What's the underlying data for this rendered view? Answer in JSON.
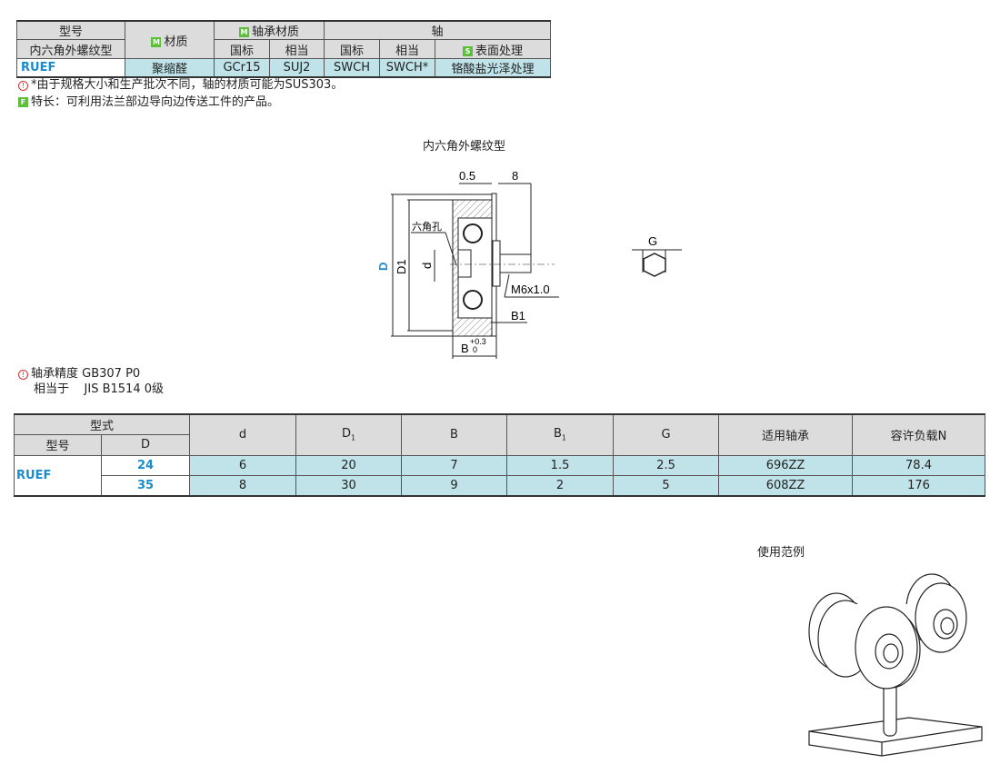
{
  "spec_table": {
    "h_model": "型号",
    "h_type": "内六角外螺纹型",
    "h_material": "材质",
    "h_bearing": "轴承材质",
    "h_shaft": "轴",
    "h_gb": "国标",
    "h_equiv": "相当",
    "h_gb2": "国标",
    "h_equiv2": "相当",
    "h_surface": "表面处理",
    "row": {
      "model": "RUEF",
      "material": "聚缩醛",
      "bearing_gb": "GCr15",
      "bearing_equiv": "SUJ2",
      "shaft_gb": "SWCH",
      "shaft_equiv": "SWCH*",
      "surface": "铬酸盐光泽处理"
    },
    "badge_m": "M",
    "badge_s": "S"
  },
  "notes": {
    "note1": "*由于规格大小和生产批次不同，轴的材质可能为SUS303。",
    "badge_f": "F",
    "feature": "特长：可利用法兰部边导向边传送工件的产品。"
  },
  "drawing": {
    "title": "内六角外螺纹型",
    "dim_05": "0.5",
    "dim_8": "8",
    "hex_hole": "六角孔",
    "D": "D",
    "D1": "D1",
    "d": "d",
    "thread": "M6x1.0",
    "B1": "B1",
    "B": "B",
    "tol_plus": "+0.3",
    "tol_zero": "0",
    "G": "G"
  },
  "precision": {
    "line1": "轴承精度 GB307 P0",
    "line2_label": "相当于",
    "line2_value": "JIS B1514 0级"
  },
  "dim_table": {
    "h_style": "型式",
    "h_model": "型号",
    "h_D": "D",
    "columns": [
      "d",
      "D1",
      "B",
      "B1",
      "G",
      "适用轴承",
      "容许负载N"
    ],
    "model": "RUEF",
    "rows": [
      {
        "D": "24",
        "values": [
          "6",
          "20",
          "7",
          "1.5",
          "2.5",
          "696ZZ",
          "78.4"
        ]
      },
      {
        "D": "35",
        "values": [
          "8",
          "30",
          "9",
          "2",
          "5",
          "608ZZ",
          "176"
        ]
      }
    ]
  },
  "example": {
    "title": "使用范例"
  }
}
